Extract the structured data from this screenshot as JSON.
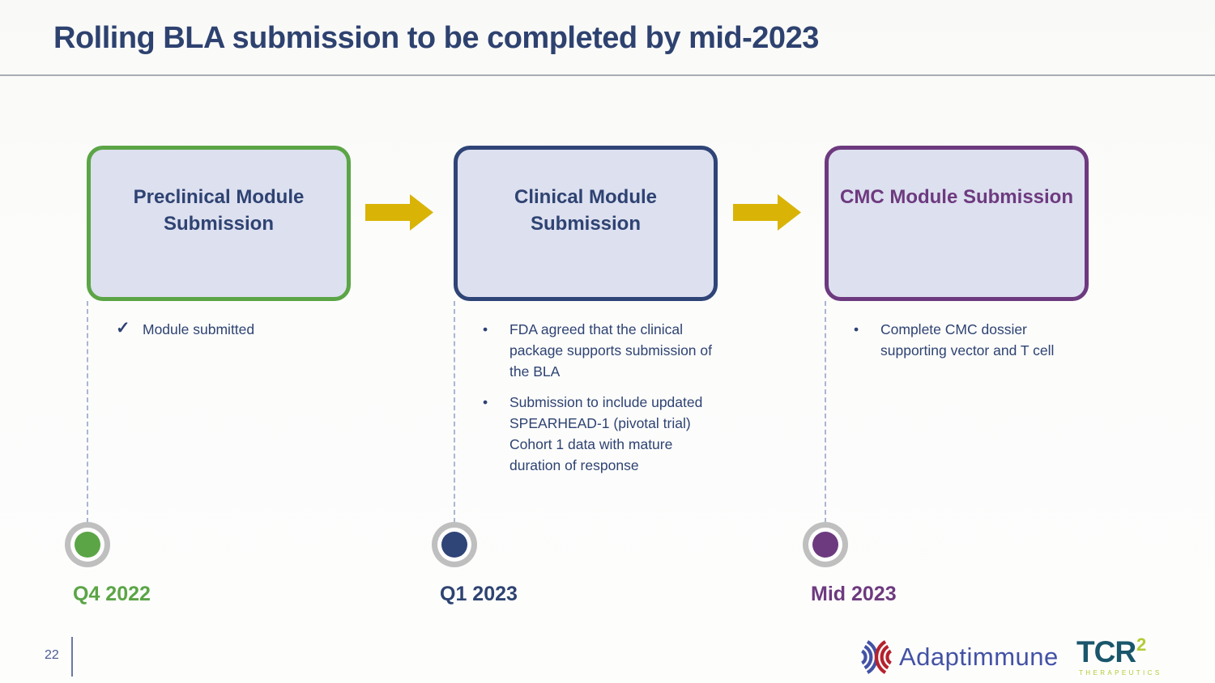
{
  "slide": {
    "title": "Rolling BLA submission to be completed by mid-2023"
  },
  "timeline": {
    "steps": [
      {
        "title": "Preclinical Module Submission",
        "date": "Q4 2022",
        "accent": "#5BA546",
        "bullet_style": "check",
        "bullets": [
          "Module submitted"
        ]
      },
      {
        "title": "Clinical Module Submission",
        "date": "Q1 2023",
        "accent": "#2F4477",
        "bullet_style": "disc",
        "bullets": [
          "FDA agreed that the clinical package supports submission of the BLA",
          "Submission to include updated SPEARHEAD-1 (pivotal trial) Cohort 1 data with mature duration of response"
        ]
      },
      {
        "title": "CMC Module Submission",
        "date": "Mid 2023",
        "accent": "#6D3A7F",
        "bullet_style": "disc",
        "bullets": [
          "Complete CMC dossier supporting vector and T cell"
        ]
      }
    ]
  },
  "icons": {
    "check": "✓",
    "bullet": "•"
  },
  "colors": {
    "title_text": "#2E4270",
    "box_fill": "#DDE0EF",
    "green_accent": "#5BA546",
    "navy_accent": "#2F4477",
    "purple_accent": "#6D3A7F",
    "arrow_gold": "#D9B407",
    "dot_ring_gray": "#BFBFBF",
    "adaptimmune_blue": "#4352A5",
    "adaptimmune_red": "#B5222D",
    "tcr_teal": "#19566B",
    "tcr_lime": "#B4CA36"
  },
  "footer": {
    "page_number": "22",
    "adaptimmune_wordmark": "Adaptimmune",
    "tcr_wordmark": "TCR",
    "tcr_superscript": "2",
    "tcr_tagline": "THERAPEUTICS"
  }
}
